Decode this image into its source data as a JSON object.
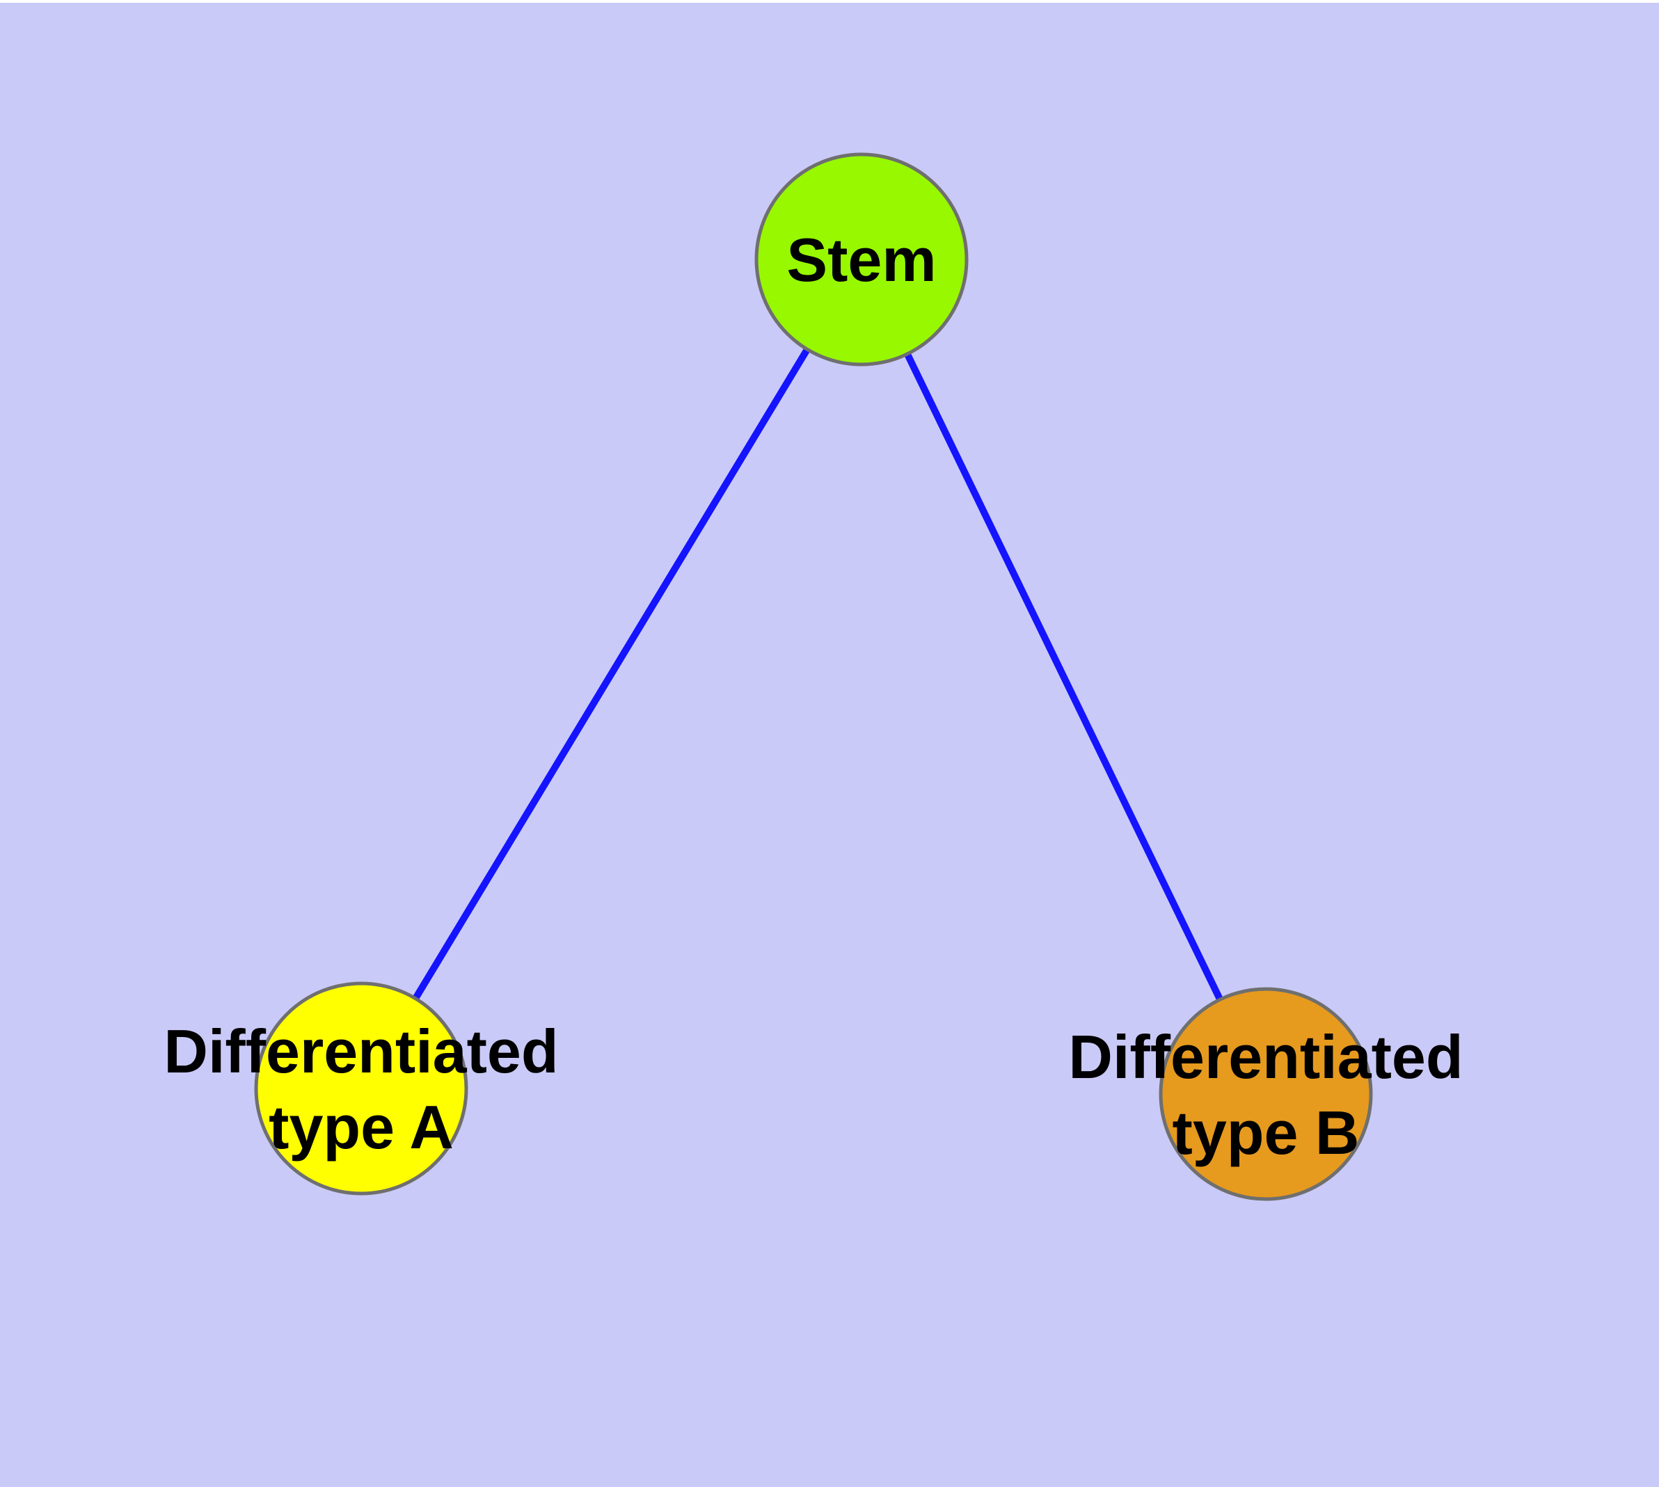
{
  "diagram": {
    "type": "node-link-graph",
    "background_color": "#CACAF8",
    "top_margin_color": "#FFFFFF",
    "edge_color": "#1414FF",
    "node_border_color": "#6F6F6F",
    "text_color": "#000000",
    "nodes": [
      {
        "id": "stem",
        "label": "Stem",
        "fill": "#97F800"
      },
      {
        "id": "differentiated-type-a",
        "label_line1": "Differentiated",
        "label_line2": "type A",
        "fill": "#FFFF00"
      },
      {
        "id": "differentiated-type-b",
        "label_line1": "Differentiated",
        "label_line2": "type B",
        "fill": "#E69A1E"
      }
    ],
    "edges": [
      {
        "from": "Stem",
        "to": "Differentiated type A"
      },
      {
        "from": "Stem",
        "to": "Differentiated type B"
      }
    ]
  }
}
